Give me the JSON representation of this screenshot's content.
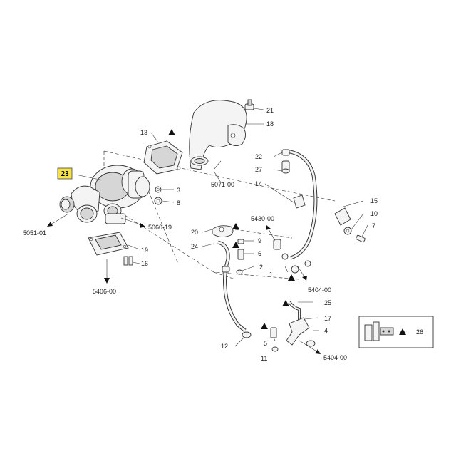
{
  "highlight": {
    "label": "23",
    "color": "#f5e14a"
  },
  "callouts": {
    "c1": "1",
    "c2": "2",
    "c3": "3",
    "c4": "4",
    "c5": "5",
    "c6": "6",
    "c7": "7",
    "c8": "8",
    "c9": "9",
    "c10": "10",
    "c11": "11",
    "c12": "12",
    "c13": "13",
    "c14": "14",
    "c15": "15",
    "c16": "16",
    "c17": "17",
    "c18": "18",
    "c19": "19",
    "c20": "20",
    "c21": "21",
    "c22": "22",
    "c24": "24",
    "c25": "25",
    "c27": "27"
  },
  "group_refs": {
    "g5051": "5051-01",
    "g5060": "5060-19",
    "g5071": "5071-00",
    "g5406": "5406-00",
    "g5430": "5430-00",
    "g5404a": "5404-00",
    "g5404b": "5404-00"
  },
  "inset": {
    "label": "26"
  },
  "colors": {
    "line": "#333333",
    "accent": "#f5e14a",
    "marker": "#111111"
  }
}
